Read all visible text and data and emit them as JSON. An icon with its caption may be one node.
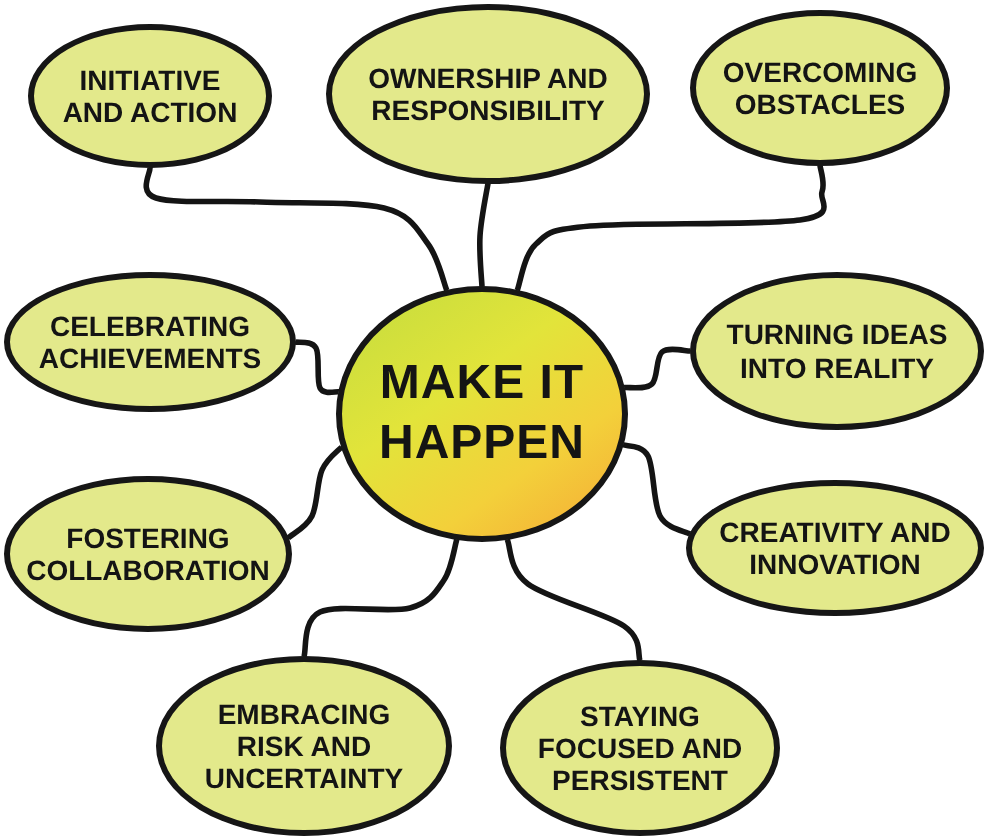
{
  "diagram": {
    "nodes": [
      {
        "text": [
          "INITIATIVE AND ACTION"
        ]
      },
      {
        "text": [
          "OWNERSHIP AND RESPONSIBILITY"
        ]
      },
      {
        "text": [
          "OVERCOMING OBSTACLES"
        ]
      },
      {
        "text": [
          "CELEBRATING ACHIEVEMENTS"
        ]
      },
      {
        "text": [
          "MAKE IT HAPPEN"
        ]
      },
      {
        "text": [
          "TURNING IDEAS INTO REALITY"
        ]
      },
      {
        "text": [
          "FOSTERING COLLABORATION"
        ]
      },
      {
        "text": [
          "CREATIVITY AND INNOVATION"
        ]
      },
      {
        "text": [
          "EMBRACING RISK AND UNCERTAINTY"
        ]
      },
      {
        "text": [
          "STAYING FOCUSED AND PERSISTENT"
        ]
      }
    ],
    "edges": [
      {
        "from": 4,
        "to": 0,
        "arrow": "none"
      },
      {
        "from": 4,
        "to": 1,
        "arrow": "none"
      },
      {
        "from": 4,
        "to": 2,
        "arrow": "none"
      },
      {
        "from": 4,
        "to": 3,
        "arrow": "none"
      },
      {
        "from": 4,
        "to": 5,
        "arrow": "none"
      },
      {
        "from": 4,
        "to": 6,
        "arrow": "none"
      },
      {
        "from": 4,
        "to": 7,
        "arrow": "none"
      },
      {
        "from": 4,
        "to": 8,
        "arrow": "none"
      },
      {
        "from": 4,
        "to": 9,
        "arrow": "none"
      }
    ]
  }
}
